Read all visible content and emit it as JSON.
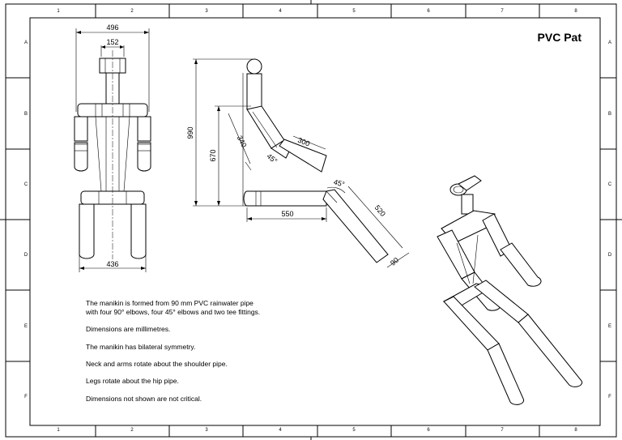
{
  "title": "PVC Pat",
  "grid": {
    "columns": [
      "1",
      "2",
      "3",
      "4",
      "5",
      "6",
      "7",
      "8"
    ],
    "rows": [
      "A",
      "B",
      "C",
      "D",
      "E",
      "F"
    ]
  },
  "dimensions": {
    "front_width": "496",
    "front_neck": "152",
    "front_legs": "436",
    "side_height": "990",
    "side_torso": "670",
    "side_upper_arm": "340",
    "side_forearm": "300",
    "side_elbow_angle": "45°",
    "side_thigh": "550",
    "side_knee_angle": "45°",
    "side_shin": "520",
    "side_foot": "90"
  },
  "notes": [
    "The manikin is formed from 90 mm PVC rainwater pipe",
    "with four 90° elbows, four 45° elbows and two tee fittings.",
    "Dimensions are millimetres.",
    "The manikin has bilateral symmetry.",
    "Neck and arms rotate about the shoulder pipe.",
    "Legs rotate about the hip pipe.",
    "Dimensions not shown are not critical."
  ]
}
